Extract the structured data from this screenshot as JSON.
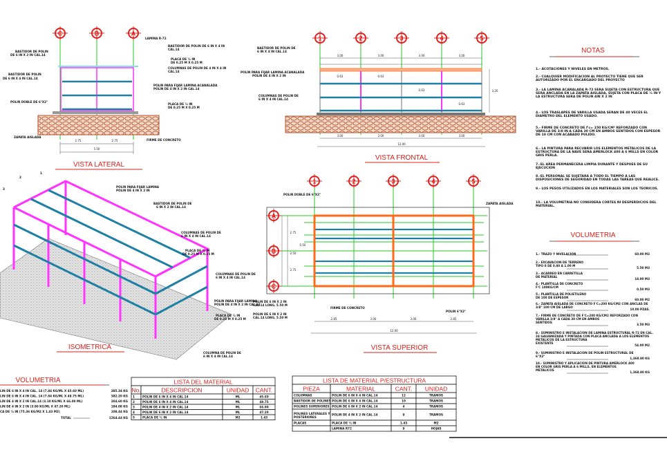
{
  "colors": {
    "axis": "#e0201c",
    "grid": "#22cc22",
    "frame": "#ff33ff",
    "purlin": "#1d7fa3",
    "roof": "#ff6a1a",
    "soil": "#b5502a",
    "title": "#e0201c"
  },
  "lateral": {
    "title": "VISTA LATERAL",
    "axes": [
      "C",
      "B",
      "A"
    ],
    "labels": [
      "BASTIDOR DE POLIN",
      "DE 6 IN X 2 IN CAL.14",
      "BASTIDOR DE POLIN",
      "DE 6 IN X 4 IN CAL.14",
      "POLIN DOBLE DE 6\"X2\"",
      "ZAPATA AISLADA",
      "LAMINA R-72",
      "BASTIDOR DE POLIN DE 6 IN X 4 IN",
      "CAL.14",
      "PLACA DE ½ IN",
      "DE 0.25 M X 0.25 M",
      "COLUMNAS DE POLIN DE 4 IN X 4 IN",
      "CAL.14",
      "POLIN PARA FIJAR LAMINA ACANALADA",
      "POLIN DE 4 IN X 2 IN CAL.14",
      "PLACA DE ½ IN",
      "DE 0.25 M X 0.25 M",
      "FIRME DE CONCRETO"
    ],
    "dims": [
      "2.75",
      "2.75",
      "5.50"
    ]
  },
  "frontal": {
    "title": "VISTA FRONTAL",
    "axes": [
      "1",
      "2",
      "3",
      "4",
      "5"
    ],
    "labels": [
      "BASTIDOR DE POLIN DE",
      "6 IN X 4 IN CAL.14",
      "POLIN PARA FIJAR LAMINA ACANALADA",
      "POLIN DE 4 IN X 2 IN",
      "COLUMNAS DE POLIN DE",
      "6 IN X 4 IN CAL.14"
    ],
    "dims_top": [
      "3.00",
      "3.00",
      "3.00",
      "3.00"
    ],
    "dims_bottom": [
      "3.00",
      "3.00",
      "3.00",
      "3.00"
    ],
    "total": "12.00",
    "height": "3.20",
    "spacing": "0.63"
  },
  "isometric": {
    "title": "ISOMETRICA",
    "markers": [
      "1",
      "2",
      "3"
    ],
    "labels": [
      "POLIN PARA FIJAR LAMINA",
      "POLIN DE 4 IN X 2 IN",
      "BASTIDOR DE POLIN DE",
      "6 IN X 2 IN CAL.14",
      "COLUMNAS DE POLIN DE",
      "6 IN X 4 IN CAL.14",
      "PLACA DE ½ IN",
      "DE 0.25 M X 0.25 M",
      "COLUMNAS DE POLIN DE",
      "6 IN X 4 IN CAL.14",
      "POLIN PARA FIJAR LAMINA",
      "POLIN DE 4 IN X 2 IN CAL.14",
      "PLACA DE ½ IN",
      "DE 0.25 M X 0.25 M",
      "COLUMNA DE POLIN DE",
      "6 IN X 4 IN CAL.14"
    ]
  },
  "superior": {
    "title": "VISTA SUPERIOR",
    "axes_cols": [
      "1",
      "2",
      "3",
      "4",
      "5"
    ],
    "axes_rows": [
      "A",
      "B",
      "C"
    ],
    "labels": [
      "POLIN DOBLE DE 6\"X2\"",
      "ZAPATA AISLADA",
      "FIRME DE CONCRETO",
      "POLIN DE 6 IN X 2 IN",
      "CAL.14  LONG. 5.50 M",
      "POLIN DE 6 IN X 2 IN",
      "CAL.14  LONG. 5.50 M",
      "POLIN 6\"X2\""
    ],
    "dims_side": [
      "2.75",
      "2.50",
      "2.75",
      "5.50"
    ],
    "dims_bottom": [
      "2.85",
      "3.00",
      "3.00",
      "2.85"
    ],
    "total": "12.00"
  },
  "notas": {
    "title": "NOTAS",
    "items": [
      [
        "1.- ACOTACIONES Y NIVELES EN METROS."
      ],
      [
        "2.- CUALQUIER MODIFICACION AL PROYECTO TIENE QUE SER",
        "AUTORIZADO POR EL ENCARGADO DEL PROYECTO"
      ],
      [
        "3.- LA LAMINA ACANALADA R-72 SERA SUJETA CON ESTRUCTURA QUE",
        "SERA ANCLADA EN LA ZAPATA AISLADA, SUJETA CON PLACA DE ½ IN Y",
        "LA ESTRUCTURA SERA DE POLIN 4IN X 2 IN"
      ],
      [
        "4.- LOS TRASLAPES DE VARILLA USADA SERAN DE 40 VECES EL",
        "DIAMETRO DEL ELEMENTO USADO."
      ],
      [
        "5.- FIRME DE CONCRETO DE f'c= 150 KG/CM² REFORZADO CON",
        "VARILLA DE 3/8 IN A CADA 30 CM EN AMBOS SENTIDOS CON ESPESOR",
        "DE 10 CM CON ACABADO PULIDO."
      ],
      [
        "6.- LA PINTURA PARA RECUBRIR LOS ELEMENTOS METALICOS DE LA",
        "ESTRUCTURA DE LA NAVE SERA AMERLOCK 400 A 6 MILLS EN COLOR",
        "GRIS PERLA."
      ],
      [
        "7.-EL AREA PERMANECERA LIMPIA DURANTE Y DESPUES DE SU",
        "EJECUCION"
      ],
      [
        "8.-EL PERSONAL SE SUJETARA A TODO EL TIEMPO A LAS",
        "DISPOSICIONES DE SEGURIDAD EN TODAS LAS TAREAS QUE REALICE."
      ],
      [
        "9.- LOS PESOS UTILIZADOS EN LOS MATERIALES SON LOS TEORICOS."
      ],
      [
        "10.- LA VOLUMETRIA NO CONSIDERA CORTES NI DESPERDICIOS DEL",
        "MATERIAL."
      ]
    ]
  },
  "volumetria_right": {
    "title": "VOLUMETRIA",
    "items": [
      {
        "text": [
          "1.- TRAZO Y NIVELACION"
        ],
        "value": "60.00 M2"
      },
      {
        "text": [
          "2.- EXCAVACION DE TERRENO",
          "TIPO II DE 0.80 A 1.00 M"
        ],
        "value": "5.50 M3"
      },
      {
        "text": [
          "3.- ACARREO EN CARRETILLA",
          "DE MATERIAL"
        ],
        "value": "18.00 M3"
      },
      {
        "text": [
          "4.- PLANTILLA DE CONCRETO",
          "F'C 100KG/CM"
        ],
        "value": "0.50 M3"
      },
      {
        "text": [
          "5.- PLANTILLA DE POLIETILENO",
          "DE 100 DE ESPESOR"
        ],
        "value": "60.00 M2"
      },
      {
        "text": [
          "6.- ZAPATA AISLADA DE CONCRETO F'C=200 KG/CM2 CON ANCLAS DE",
          "3/8\" 100 CM DE LARGO"
        ],
        "value": "10.00 PZAS."
      },
      {
        "text": [
          "7.- FIRME DE CONCRETO DE F'C=200 KG/CM2 REFORZADO CON",
          "VARILLA 3/8\" A CADA 30 CM EN AMBOS",
          "SENTIDOS"
        ],
        "value": "3.50 M3"
      },
      {
        "text": [
          "8.- SUMINISTRO E INSTALACION DE LAMINA ESTRUCTURAL R-72 EN CAL.",
          "24 GALVANIZADA Y PINTADA CON PLACA ANCLADA A LOS ELEMENTOS",
          "METALICOS DE LA ESTRUCTURA",
          "EXISTENTE"
        ],
        "value": "54.00 M2"
      },
      {
        "text": [
          "9.- SUMINISTRO E INSTALACION DE POLIN ESTRUCTURAL DE",
          "6\"X2\""
        ],
        "value": "1,368.80 KG"
      },
      {
        "text": [
          "10.- SUMINISTRO Y APLICACION DE PINTURA AMERLOCK 400",
          "EN COLOR GRIS PERLA A 6 MILLS. EN ELEMENTOS",
          "METALICOS"
        ],
        "value": "1,368.80 KG"
      }
    ]
  },
  "volumetria_left": {
    "title": "VOLUMETRIA",
    "rows": [
      {
        "text": "LIN DE 6 IN X 4 IN CAL. 14 (7.84 KG/ML X 45.60 ML)",
        "value": "385.34 KG"
      },
      {
        "text": "LIN DE 6 IN X 4 IN CAL. 14 (7.84 KG/ML X 48.75 ML)",
        "value": "382.20 KG"
      },
      {
        "text": "LIN DE 4 IN X 2 IN CAL.14 (3.10 KG/ML X 66.00 ML)",
        "value": "204.60 KG"
      },
      {
        "text": "LIN DE 4 IN X 2 IN (3.90 KG/ML X 47.20 ML)",
        "value": "184.08 KG"
      },
      {
        "text": "CA DE ½ IN (75.36 KG/M2 X 1.43 M2)",
        "value": "108.44 KG"
      }
    ],
    "total_label": "TOTAL",
    "total": "1264.44 KG"
  },
  "lista_material": {
    "title": "LISTA DEL MATERIAL",
    "headers": [
      "No.",
      "DESCRIPCION",
      "UNIDAD",
      "CANT."
    ],
    "rows": [
      [
        "1",
        "POLIN DE 6 IN X 4 IN CAL.14",
        "ML",
        "45.60"
      ],
      [
        "2",
        "POLIN DE 6 IN X 4 IN CAL.14",
        "ML",
        "48.75"
      ],
      [
        "3",
        "POLIN DE 4 IN X 2 IN CAL.14",
        "ML",
        "66.00"
      ],
      [
        "4",
        "POLIN DE 6 IN X 2 IN CAL.14",
        "ML",
        "47.20"
      ],
      [
        "5",
        "PLACA DE ½ IN",
        "M2",
        "1.43"
      ]
    ]
  },
  "lista_estructura": {
    "title": "LISTA DE MATERIAL P/ESTRUCTURA",
    "headers": [
      "PIEZA",
      "MATERIAL",
      "CANT.",
      "UNIDAD"
    ],
    "rows": [
      [
        "COLUMNAS",
        "POLIN DE 6 IN X 4 IN CAL.14",
        "12",
        "TRAMOS"
      ],
      [
        "BASTIDOR DE POLINES",
        "POLIN DE 6 IN X 4 IN CAL.14",
        "10",
        "TRAMOS"
      ],
      [
        "POLINES SUPERIORES",
        "POLIN DE 6 IN X 2 IN CAL.14",
        "4",
        "TRAMOS"
      ],
      [
        "POLINES LATERALES Y POSTERIORES",
        "POLIN DE 4 IN X 2 IN CAL.14",
        "9",
        "TRAMOS"
      ],
      [
        "PLACAS",
        "PLACA DE ½ IN",
        "1.43",
        "M2"
      ],
      [
        "",
        "LAMINA R72",
        "9",
        "HOJAS"
      ]
    ]
  }
}
